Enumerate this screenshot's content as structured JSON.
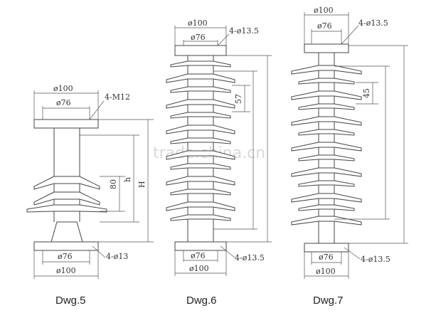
{
  "watermark": "trade.china.cn",
  "drawings": [
    {
      "caption": "Dwg.5",
      "top_dia_outer": "ø100",
      "top_dia_inner": "ø76",
      "top_holes": "4-M12",
      "bottom_dia_inner": "ø76",
      "bottom_dia_outer": "ø100",
      "bottom_holes": "4-ø13",
      "dim_shed": "80",
      "dim_h": "h",
      "dim_H": "H"
    },
    {
      "caption": "Dwg.6",
      "top_dia_outer": "ø100",
      "top_dia_inner": "ø76",
      "top_holes": "4-ø13.5",
      "bottom_dia_inner": "ø76",
      "bottom_dia_outer": "ø100",
      "bottom_holes": "4-ø13.5",
      "dim_shed": "57"
    },
    {
      "caption": "Dwg.7",
      "top_dia_outer": "ø100",
      "top_dia_inner": "ø76",
      "top_holes": "4-ø13.5",
      "bottom_dia_inner": "ø76",
      "bottom_dia_outer": "ø100",
      "bottom_holes": "4-ø13.5",
      "dim_shed": "45"
    }
  ]
}
